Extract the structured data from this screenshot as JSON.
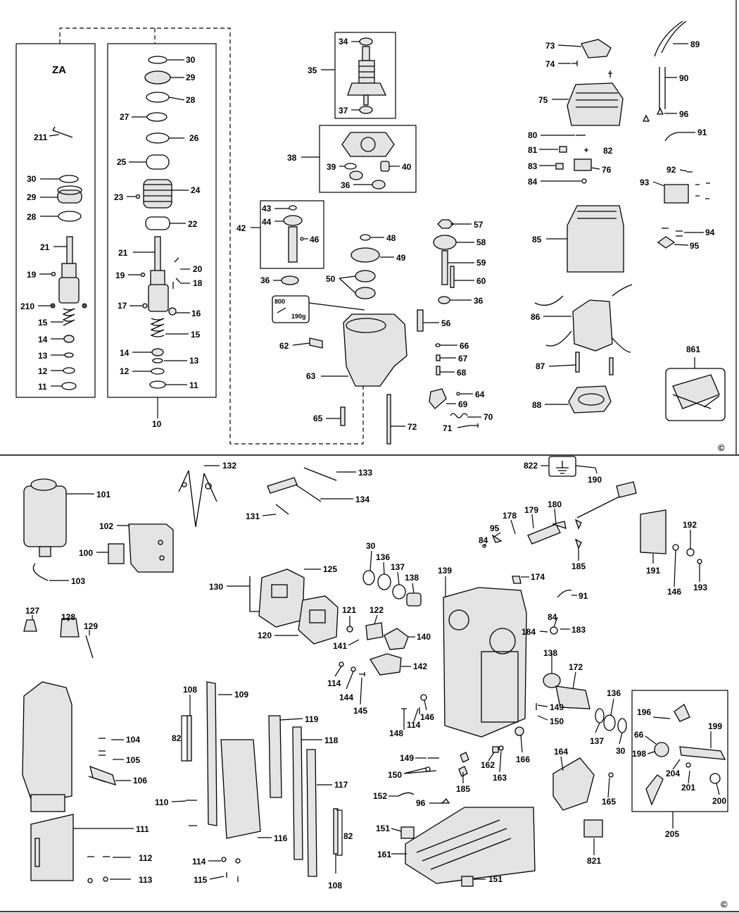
{
  "diagram": {
    "group_label": "ZA",
    "copyright": "©",
    "grease_tag": {
      "top": "800",
      "bottom": "190g"
    },
    "callouts_top": [
      "30",
      "29",
      "28",
      "27",
      "26",
      "25",
      "24",
      "23",
      "22",
      "21",
      "20",
      "18",
      "19",
      "17",
      "16",
      "15",
      "14",
      "13",
      "12",
      "11",
      "10",
      "211",
      "30",
      "29",
      "28",
      "21",
      "19",
      "210",
      "15",
      "14",
      "13",
      "12",
      "11",
      "34",
      "35",
      "37",
      "38",
      "39",
      "40",
      "36",
      "43",
      "44",
      "42",
      "46",
      "48",
      "49",
      "36",
      "50",
      "57",
      "58",
      "59",
      "60",
      "36",
      "56",
      "66",
      "67",
      "68",
      "64",
      "69",
      "70",
      "71",
      "62",
      "63",
      "65",
      "72",
      "73",
      "74",
      "75",
      "80",
      "81",
      "82",
      "83",
      "76",
      "84",
      "89",
      "90",
      "96",
      "91",
      "92",
      "93",
      "85",
      "94",
      "95",
      "86",
      "87",
      "88",
      "861"
    ],
    "callouts_bottom": [
      "132",
      "133",
      "101",
      "134",
      "131",
      "102",
      "100",
      "103",
      "125",
      "130",
      "120",
      "127",
      "128",
      "129",
      "30",
      "136",
      "137",
      "138",
      "121",
      "122",
      "140",
      "141",
      "142",
      "114",
      "144",
      "145",
      "139",
      "822",
      "190",
      "95",
      "84",
      "178",
      "179",
      "180",
      "185",
      "174",
      "191",
      "192",
      "146",
      "193",
      "91",
      "84",
      "184",
      "183",
      "138",
      "172",
      "136",
      "149",
      "150",
      "137",
      "30",
      "196",
      "66",
      "198",
      "199",
      "204",
      "201",
      "200",
      "205",
      "109",
      "108",
      "82",
      "104",
      "105",
      "106",
      "119",
      "118",
      "117",
      "116",
      "110",
      "111",
      "112",
      "113",
      "114",
      "115",
      "82",
      "108",
      "148",
      "114",
      "146",
      "166",
      "149",
      "150",
      "162",
      "163",
      "185",
      "164",
      "165",
      "152",
      "96",
      "151",
      "161",
      "151",
      "821"
    ]
  }
}
